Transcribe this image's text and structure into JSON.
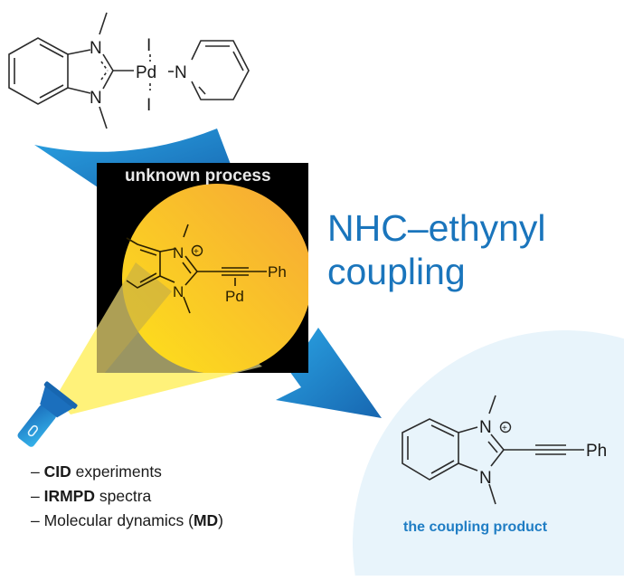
{
  "title": {
    "line1": "NHC–ethynyl",
    "line2": "coupling"
  },
  "black_box": {
    "label": "unknown process"
  },
  "reactant": {
    "atoms": {
      "n_top": "N",
      "n_bottom": "N",
      "pd": "Pd",
      "i_top": "I",
      "i_bottom": "I",
      "n_pyridine": "N"
    }
  },
  "intermediate": {
    "atoms": {
      "n_top": "N",
      "charge": "+",
      "n_bottom": "N",
      "ph": "Ph",
      "pd": "Pd"
    }
  },
  "product": {
    "atoms": {
      "n_top": "N",
      "charge": "+",
      "n_bottom": "N",
      "ph": "Ph"
    },
    "label": "the coupling product"
  },
  "methods": [
    {
      "dash": "– ",
      "bold": "CID",
      "rest": " experiments",
      "after": "",
      "suffix": ""
    },
    {
      "dash": "– ",
      "bold": "IRMPD",
      "rest": " spectra",
      "after": "",
      "suffix": ""
    },
    {
      "dash": "– ",
      "prefix": "Molecular dynamics (",
      "bold": "MD",
      "suffix": ")"
    }
  ],
  "colors": {
    "accent_blue": "#1a75bc",
    "arrow_blue": "#1f7fc8",
    "spot_yellow": "#fcd21e",
    "spot_orange": "#f7a833",
    "product_bg": "#e8f4fb",
    "beam": "#fff27a"
  }
}
